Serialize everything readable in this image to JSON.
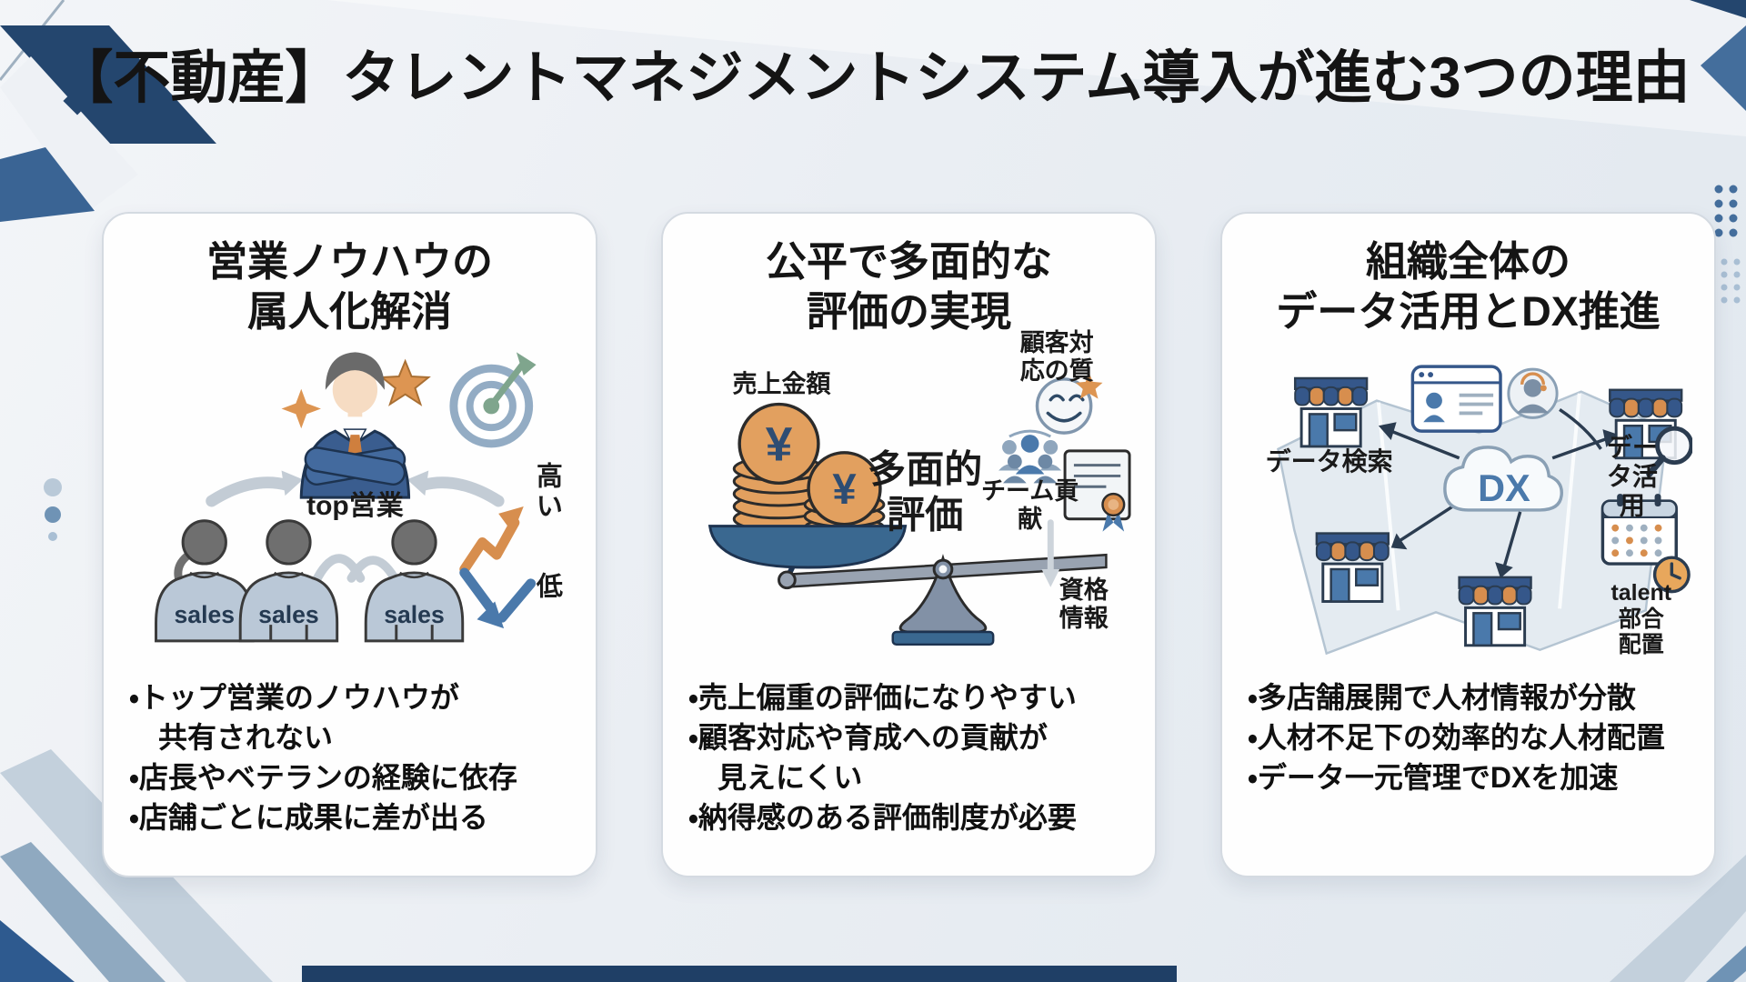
{
  "slide": {
    "title": "【不動産】タレントマネジメントシステム導入が進む3つの理由"
  },
  "palette": {
    "navy": "#24466e",
    "steel_blue": "#8aa7c2",
    "accent_orange": "#d78e4e",
    "accent_blue": "#4a79ab",
    "light_band": "#c3d0dc",
    "card_bg": "#fefefe"
  },
  "cards": [
    {
      "title": "営業ノウハウの\n属人化解消",
      "illustration": {
        "top_sales_label": "top営業",
        "sales_labels": [
          "sales",
          "sales",
          "sales"
        ],
        "high_label": "高い",
        "low_label": "低"
      },
      "bullets": [
        "・トップ営業のノウハウが\n共有されない",
        "・店長やベテランの経験に依存",
        "・店舗ごとに成果に差が出る"
      ]
    },
    {
      "title": "公平で多面的な\n評価の実現",
      "illustration": {
        "sales_amount_label": "売上金額",
        "yen_symbol": "¥",
        "center_label": "多面的\n評価",
        "customer_label": "顧客対応の質",
        "team_label": "チーム貢献",
        "qualification_label": "資格情報"
      },
      "bullets": [
        "・売上偏重の評価になりやすい",
        "・顧客対応や育成への貢献が\n見えにくい",
        "・納得感のある評価制度が必要"
      ]
    },
    {
      "title": "組織全体の\nデータ活用とDX推進",
      "illustration": {
        "dx_label": "DX",
        "search_label": "データ検索",
        "usage_label": "データ活用",
        "talent_label": "talent\n部合配置"
      },
      "bullets": [
        "・多店舗展開で人材情報が分散",
        "・人材不足下の効率的な人材配置",
        "・データ一元管理でDXを加速"
      ]
    }
  ]
}
